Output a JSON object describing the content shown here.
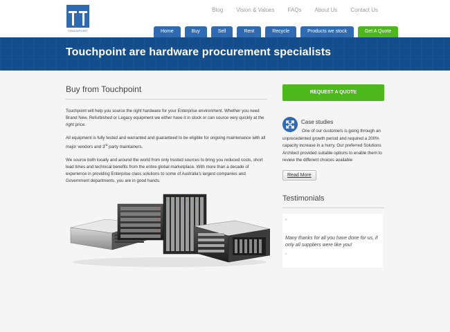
{
  "logo": {
    "text": "TOUCHPOINT"
  },
  "topnav": [
    "Blog",
    "Vision & Values",
    "FAQs",
    "About Us",
    "Contact Us"
  ],
  "mainnav": [
    "Home",
    "Buy",
    "Sell",
    "Rent",
    "Recycle",
    "Products we stock",
    "Get A Quote"
  ],
  "banner": {
    "title": "Touchpoint are hardware procurement specialists"
  },
  "main": {
    "heading": "Buy from Touchpoint",
    "p1": "Touchpoint will help you source the right hardware for your Enterprise environment. Whether you need Brand New, Refurbished or Legacy equipment we either have it in stock or can source very quickly at the right price.",
    "p2_before": "All equipment is fully tested and warranted and guaranteed to be eligible for ongoing maintenance with all major vendors and 3",
    "p2_sup": "rd",
    "p2_after": " party maintainers.",
    "p3": "We source both locally and around the world from only trusted sources to bring you reduced costs, short lead times and technical benefits from the entire global marketplace. With more than a decade of experience in providing Enterprise class solutions to some of Australia's largest companies and Government departments, you are in good hands."
  },
  "sidebar": {
    "quote_button": "REQUEST A QUOTE",
    "case_title": "Case studies",
    "case_text": "One of our customers is going through an unprecedented growth period and required a 200% capacity increase in a hurry. Our preferred Solutions Architect provided suitable options to enable them to review the different choices available",
    "read_more": "Read More",
    "testimonials_title": "Testimonials",
    "quote_open": "“",
    "quote_close": "”",
    "testimonial": "Many thanks for all you have done for us, if only all suppliers were like you!"
  },
  "colors": {
    "primary": "#2f6bb3",
    "banner": "#144d8c",
    "accent": "#4cb81c",
    "background": "#f5f5f5"
  }
}
